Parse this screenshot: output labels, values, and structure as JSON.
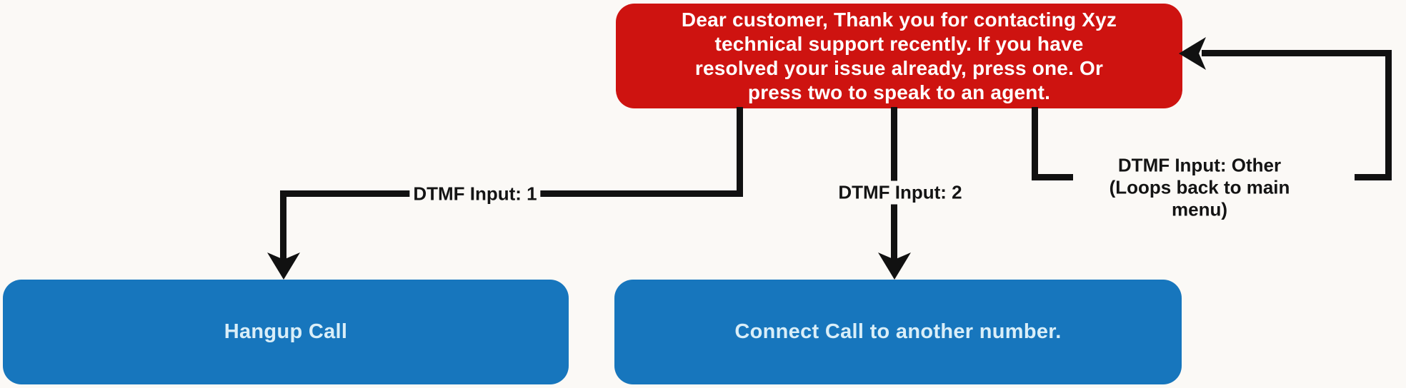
{
  "diagram": {
    "kind": "ivr-call-flow",
    "colors": {
      "page_background": "#fbf9f6",
      "prompt_node": "#ce1310",
      "action_node": "#1776bd",
      "connector": "#111111",
      "prompt_text": "#ffffff",
      "action_text": "#d9eef8",
      "label_text": "#141414"
    },
    "nodes": {
      "prompt": {
        "text": "Dear customer, Thank you for contacting Xyz\ntechnical support recently. If you have\nresolved your issue already, press one. Or\npress two to speak to an agent."
      },
      "hangup": {
        "label": "Hangup Call"
      },
      "connect": {
        "label": "Connect Call to another number."
      }
    },
    "edges": {
      "input1": {
        "label": "DTMF Input: 1"
      },
      "input2": {
        "label": "DTMF Input: 2"
      },
      "other": {
        "label": "DTMF Input: Other\n(Loops back to main menu)"
      }
    }
  }
}
